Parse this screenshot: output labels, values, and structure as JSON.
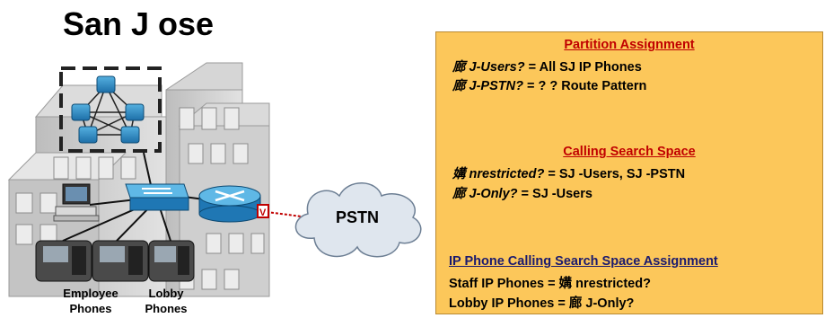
{
  "title": "San J ose",
  "captions": {
    "employee": [
      "Employee",
      "Phones"
    ],
    "lobby": [
      "Lobby",
      "Phones"
    ],
    "pstn": "PSTN",
    "voice_port": "V"
  },
  "panel": {
    "partition": {
      "heading": "Partition Assignment",
      "lines": [
        {
          "name": "廊 J-Users?",
          "eq": " = ",
          "value": "All SJ  IP Phones"
        },
        {
          "name": "廊 J-PSTN?",
          "eq": " = ",
          "value": "?  ? Route Pattern"
        }
      ]
    },
    "css": {
      "heading": "Calling Search Space",
      "lines": [
        {
          "name": "媾 nrestricted?",
          "eq": " = ",
          "value": "SJ -Users, SJ -PSTN"
        },
        {
          "name": "廊 J-Only?",
          "eq": " = ",
          "value": "SJ -Users"
        }
      ]
    },
    "assignment": {
      "heading": "IP Phone Calling Search Space Assignment",
      "lines": [
        {
          "label": "Staff IP Phones = ",
          "value": "媾 nrestricted?"
        },
        {
          "label": "Lobby IP Phones = ",
          "value": "廊 J-Only?"
        }
      ]
    }
  },
  "colors": {
    "panel_bg": "#fcc75a",
    "heading_red": "#c00000",
    "device_blue": "#2f8fc9",
    "building_gray": "#c8c8c8",
    "cloud_fill": "#dfe6ee"
  }
}
